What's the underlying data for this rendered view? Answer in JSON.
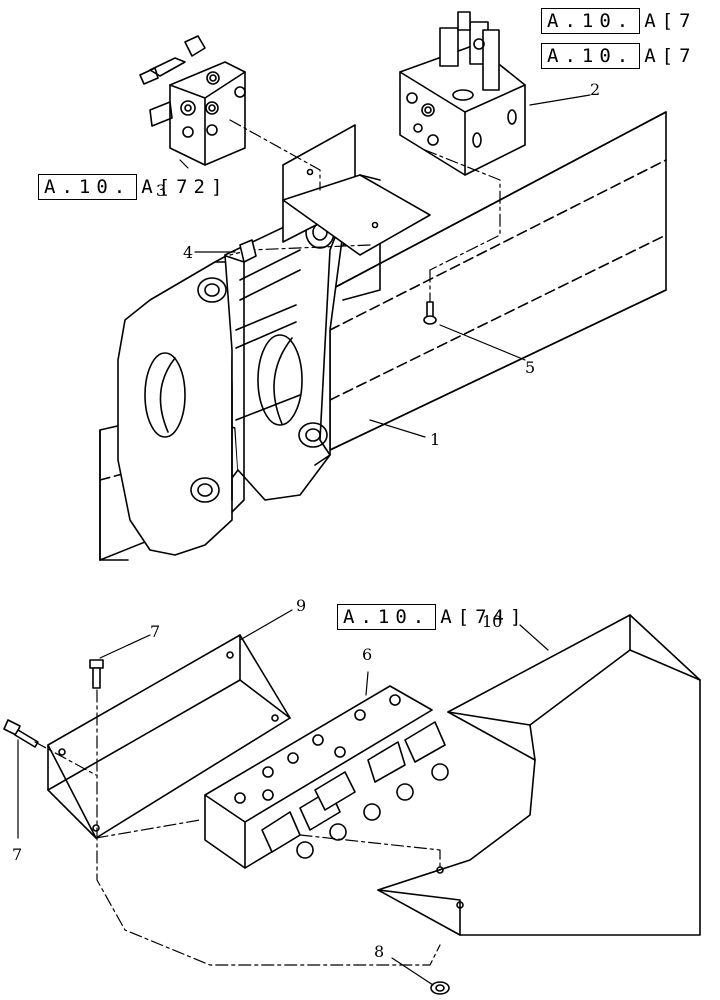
{
  "references": [
    {
      "id": "ref-a",
      "code": "A.10.",
      "suffix": "A[7"
    },
    {
      "id": "ref-b",
      "code": "A.10.",
      "suffix": "A[7"
    },
    {
      "id": "ref-c",
      "code": "A.10.",
      "suffix": "A[72]"
    },
    {
      "id": "ref-d",
      "code": "A.10.",
      "suffix": "A[74]"
    }
  ],
  "callouts": [
    "1",
    "2",
    "3",
    "4",
    "5",
    "6",
    "7",
    "7",
    "8",
    "9",
    "10"
  ]
}
